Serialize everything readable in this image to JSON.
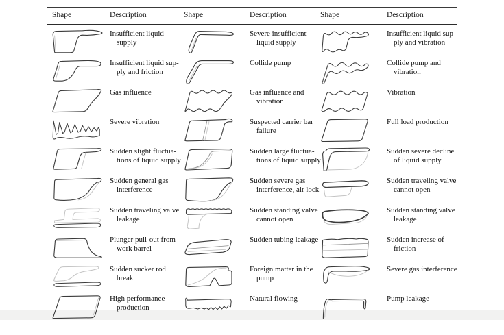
{
  "page": {
    "background": "#ffffff"
  },
  "table": {
    "column_headers": [
      "Shape",
      "Description",
      "Shape",
      "Description",
      "Shape",
      "Description"
    ],
    "rule_color": "#2c2c2c",
    "ink_dark": "#3b3b3b",
    "ink_med": "#8a8a8a",
    "ink_light": "#c3c3c3",
    "rows": [
      {
        "entries": [
          {
            "shape_id": "insufficient-liquid-supply",
            "description_lines": [
              "Insufficient liquid",
              "supply"
            ]
          },
          {
            "shape_id": "severe-insufficient-liquid-supply",
            "description_lines": [
              "Severe insufficient",
              "liquid supply"
            ]
          },
          {
            "shape_id": "insufficient-liquid-supply-and-vibration",
            "description_lines": [
              "Insufficient liquid sup-",
              "ply and vibration"
            ]
          }
        ]
      },
      {
        "entries": [
          {
            "shape_id": "insufficient-liquid-supply-and-friction",
            "description_lines": [
              "Insufficient liquid sup-",
              "ply and friction"
            ]
          },
          {
            "shape_id": "collide-pump",
            "description_lines": [
              "Collide pump"
            ]
          },
          {
            "shape_id": "collide-pump-and-vibration",
            "description_lines": [
              "Collide pump and",
              "vibration"
            ]
          }
        ]
      },
      {
        "entries": [
          {
            "shape_id": "gas-influence",
            "description_lines": [
              "Gas influence"
            ]
          },
          {
            "shape_id": "gas-influence-and-vibration",
            "description_lines": [
              "Gas influence and",
              "vibration"
            ]
          },
          {
            "shape_id": "vibration",
            "description_lines": [
              "Vibration"
            ]
          }
        ]
      },
      {
        "entries": [
          {
            "shape_id": "severe-vibration",
            "description_lines": [
              "Severe vibration"
            ]
          },
          {
            "shape_id": "suspected-carrier-bar-failure",
            "description_lines": [
              "Suspected carrier bar",
              "failure"
            ]
          },
          {
            "shape_id": "full-load-production",
            "description_lines": [
              "Full load production"
            ]
          }
        ]
      },
      {
        "entries": [
          {
            "shape_id": "sudden-slight-fluctuations-of-liquid-supply",
            "description_lines": [
              "Sudden slight fluctua-",
              "tions of liquid supply"
            ]
          },
          {
            "shape_id": "sudden-large-fluctuations-of-liquid-supply",
            "description_lines": [
              "Sudden large fluctua-",
              "tions of liquid supply"
            ]
          },
          {
            "shape_id": "sudden-severe-decline-of-liquid-supply",
            "description_lines": [
              "Sudden severe decline",
              "of liquid supply"
            ]
          }
        ]
      },
      {
        "entries": [
          {
            "shape_id": "sudden-general-gas-interference",
            "description_lines": [
              "Sudden general gas",
              "interference"
            ]
          },
          {
            "shape_id": "sudden-severe-gas-interference-air-lock",
            "description_lines": [
              "Sudden severe gas",
              "interference, air lock"
            ]
          },
          {
            "shape_id": "sudden-traveling-valve-cannot-open",
            "description_lines": [
              "Sudden traveling valve",
              "cannot open"
            ]
          }
        ]
      },
      {
        "entries": [
          {
            "shape_id": "sudden-traveling-valve-leakage",
            "description_lines": [
              "Sudden traveling valve",
              "leakage"
            ]
          },
          {
            "shape_id": "sudden-standing-valve-cannot-open",
            "description_lines": [
              "Sudden standing valve",
              "cannot open"
            ]
          },
          {
            "shape_id": "sudden-standing-valve-leakage",
            "description_lines": [
              "Sudden standing valve",
              "leakage"
            ]
          }
        ]
      },
      {
        "entries": [
          {
            "shape_id": "plunger-pull-out-from-work-barrel",
            "description_lines": [
              "Plunger pull-out from",
              "work barrel"
            ]
          },
          {
            "shape_id": "sudden-tubing-leakage",
            "description_lines": [
              "Sudden tubing leakage"
            ]
          },
          {
            "shape_id": "sudden-increase-of-friction",
            "description_lines": [
              "Sudden increase of",
              "friction"
            ]
          }
        ]
      },
      {
        "entries": [
          {
            "shape_id": "sudden-sucker-rod-break",
            "description_lines": [
              "Sudden sucker rod",
              "break"
            ]
          },
          {
            "shape_id": "foreign-matter-in-the-pump",
            "description_lines": [
              "Foreign matter in the",
              "pump"
            ]
          },
          {
            "shape_id": "severe-gas-interference",
            "description_lines": [
              "Severe gas interference"
            ]
          }
        ]
      },
      {
        "entries": [
          {
            "shape_id": "high-performance-production",
            "description_lines": [
              "High performance",
              "production"
            ]
          },
          {
            "shape_id": "natural-flowing",
            "description_lines": [
              "Natural flowing"
            ]
          },
          {
            "shape_id": "pump-leakage",
            "description_lines": [
              "Pump leakage"
            ]
          }
        ]
      }
    ]
  }
}
